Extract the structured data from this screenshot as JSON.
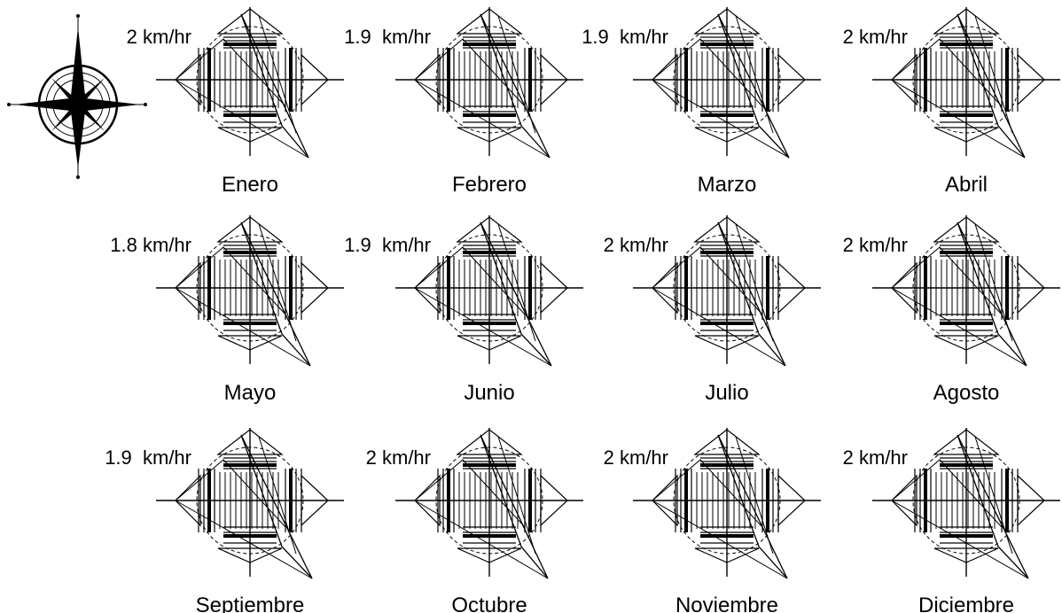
{
  "compass": {
    "icon": "compass-rose-icon",
    "color": "#000000"
  },
  "months": [
    {
      "name": "Enero",
      "speed": "2 km/hr"
    },
    {
      "name": "Febrero",
      "speed": "1.9  km/hr"
    },
    {
      "name": "Marzo",
      "speed": "1.9  km/hr"
    },
    {
      "name": "Abril",
      "speed": "2 km/hr"
    },
    {
      "name": "Mayo",
      "speed": "1.8 km/hr"
    },
    {
      "name": "Junio",
      "speed": "1.9  km/hr"
    },
    {
      "name": "Julio",
      "speed": "2 km/hr"
    },
    {
      "name": "Agosto",
      "speed": "2 km/hr"
    },
    {
      "name": "Septiembre",
      "speed": "1.9  km/hr"
    },
    {
      "name": "Octubre",
      "speed": "2 km/hr"
    },
    {
      "name": "Noviembre",
      "speed": "2 km/hr"
    },
    {
      "name": "Diciembre",
      "speed": "2 km/hr"
    }
  ]
}
